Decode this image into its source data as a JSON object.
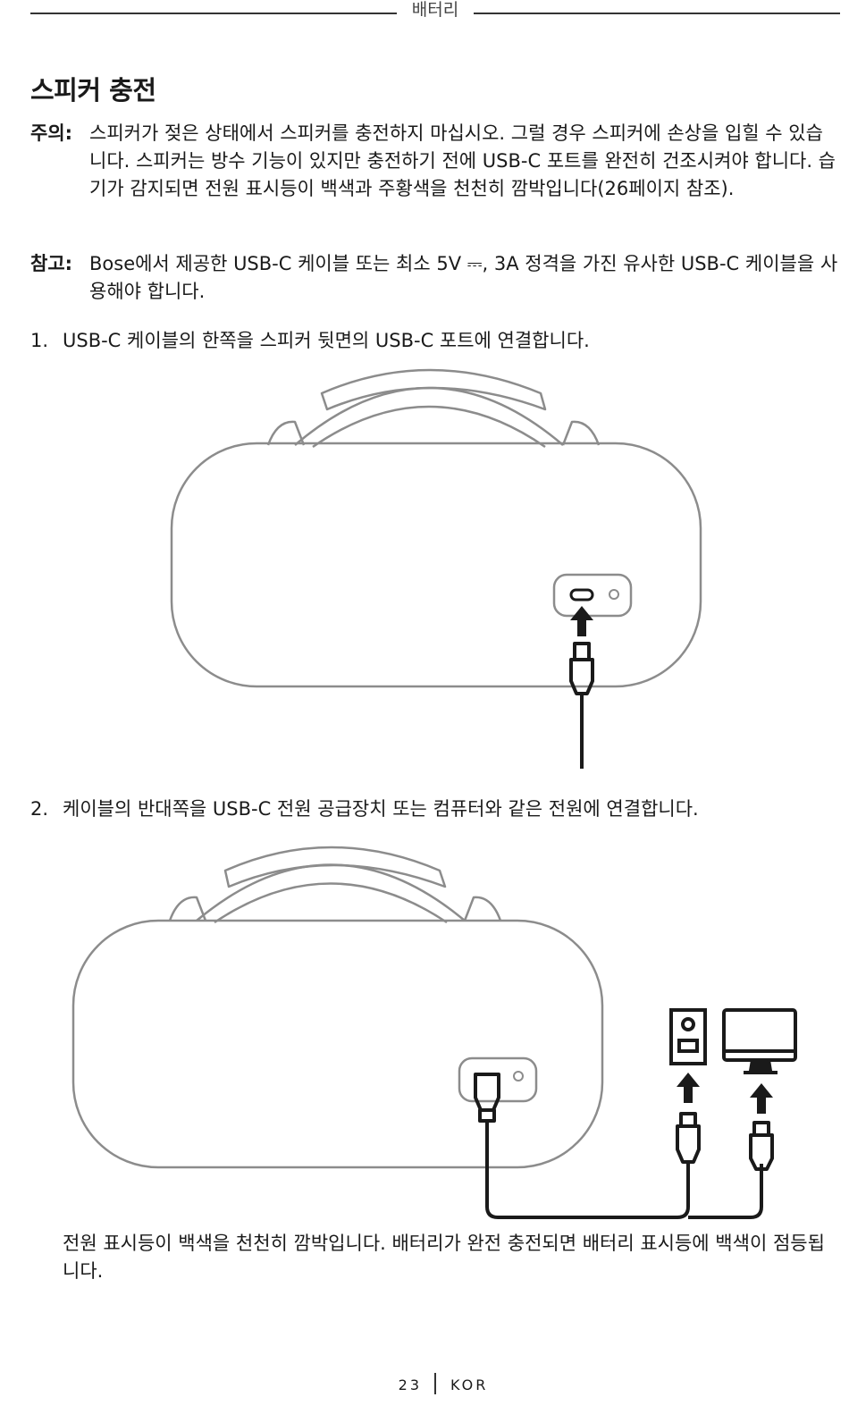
{
  "header": {
    "section_title": "배터리"
  },
  "heading": "스피커 충전",
  "caution": {
    "label": "주의:",
    "text": "스피커가 젖은 상태에서 스피커를 충전하지 마십시오. 그럴 경우 스피커에 손상을 입힐 수 있습니다. 스피커는 방수 기능이 있지만 충전하기 전에 USB-C 포트를 완전히 건조시켜야 합니다. 습기가 감지되면 전원 표시등이 백색과 주황색을 천천히 깜박입니다(26페이지 참조)."
  },
  "note": {
    "label": "참고:",
    "text": "Bose에서 제공한 USB-C 케이블 또는 최소 5V ⎓, 3A 정격을 가진 유사한 USB-C 케이블을 사용해야 합니다."
  },
  "steps": [
    {
      "number": "1.",
      "text": "USB-C 케이블의 한쪽을 스피커 뒷면의 USB-C 포트에 연결합니다."
    },
    {
      "number": "2.",
      "text": "케이블의 반대쪽을 USB-C 전원 공급장치 또는 컴퓨터와 같은 전원에 연결합니다."
    }
  ],
  "result_text": "전원 표시등이 백색을 천천히 깜박입니다. 배터리가 완전 충전되면 배터리 표시등에 백색이 점등됩니다.",
  "figure_icons": [
    "speaker-back-illustration",
    "usb-c-port-icon",
    "arrow-up-icon",
    "usb-c-plug-icon",
    "wall-adapter-icon",
    "computer-monitor-icon"
  ],
  "footer": {
    "page_number": "23",
    "language": "KOR"
  },
  "colors": {
    "text": "#1a1a1a",
    "illustration_outline": "#8c8c8c",
    "cable": "#1a1a1a"
  }
}
